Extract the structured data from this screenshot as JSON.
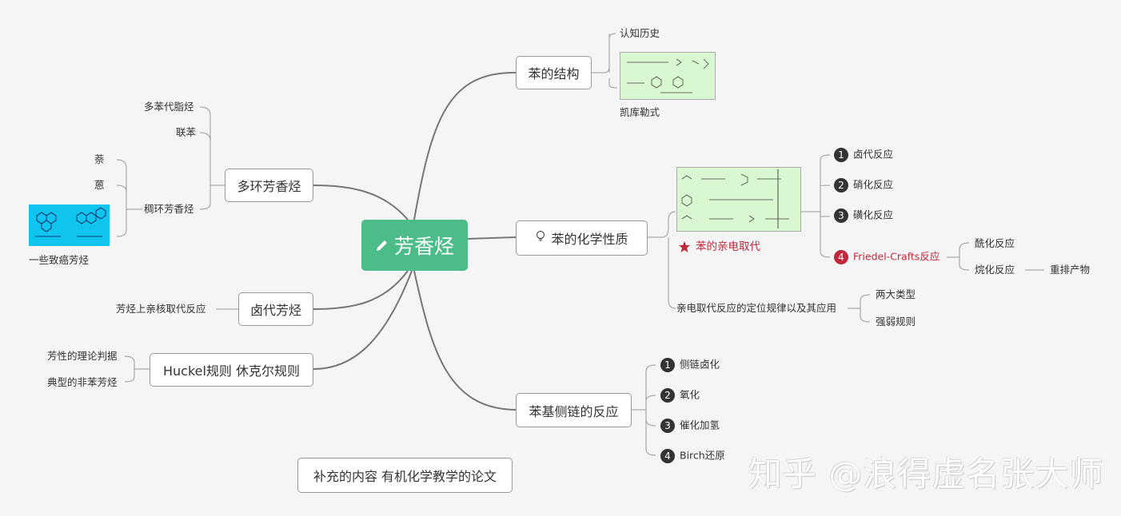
{
  "root": {
    "label": "芳香烃"
  },
  "branches": {
    "structure": {
      "label": "苯的结构",
      "history": "认知历史",
      "kekule": "凯库勒式"
    },
    "chem_props": {
      "label": "苯的化学性质",
      "star_label": "苯的亲电取代",
      "reactions": [
        {
          "num": "1",
          "label": "卤代反应"
        },
        {
          "num": "2",
          "label": "硝化反应"
        },
        {
          "num": "3",
          "label": "磺化反应"
        },
        {
          "num": "4",
          "label": "Friedel-Crafts反应"
        }
      ],
      "fc_children": [
        "酰化反应",
        "烷化反应"
      ],
      "rearrange": "重排产物",
      "orientation": "亲电取代反应的定位规律以及其应用",
      "orientation_children": [
        "两大类型",
        "强弱规则"
      ]
    },
    "side_chain": {
      "label": "苯基侧链的反应",
      "items": [
        {
          "num": "1",
          "label": "侧链卤化"
        },
        {
          "num": "2",
          "label": "氧化"
        },
        {
          "num": "3",
          "label": "催化加氢"
        },
        {
          "num": "4",
          "label": "Birch还原"
        }
      ]
    },
    "polycyclic": {
      "label": "多环芳香烃",
      "items": [
        "多苯代脂烃",
        "联苯",
        "稠环芳香烃"
      ],
      "fused": [
        "萘",
        "蒽"
      ],
      "carcinogen": "一些致癌芳烃"
    },
    "halo": {
      "label": "卤代芳烃",
      "child": "芳烃上亲核取代反应"
    },
    "huckel": {
      "label": "Huckel规则 休克尔规则",
      "children": [
        "芳性的理论判据",
        "典型的非苯芳烃"
      ]
    },
    "supplement": {
      "label": "补充的内容 有机化学教学的论文"
    }
  },
  "watermark": "知乎 @浪得虚名张大师",
  "colors": {
    "root": "#4cbc88",
    "accent_red": "#c0283c",
    "image_green": "#d9f7d1",
    "image_cyan": "#0fc4ee"
  }
}
